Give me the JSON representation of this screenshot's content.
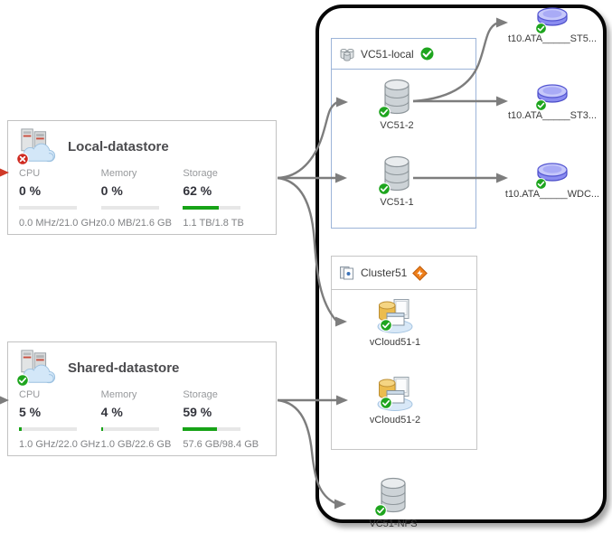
{
  "cards": [
    {
      "title": "Local-datastore",
      "status": "error",
      "metrics": [
        {
          "label": "CPU",
          "value": "0 %",
          "detail": "0.0 MHz/21.0 GHz",
          "percent": 0
        },
        {
          "label": "Memory",
          "value": "0 %",
          "detail": "0.0 MB/21.6 GB",
          "percent": 0
        },
        {
          "label": "Storage",
          "value": "62 %",
          "detail": "1.1 TB/1.8 TB",
          "percent": 62
        }
      ]
    },
    {
      "title": "Shared-datastore",
      "status": "ok",
      "metrics": [
        {
          "label": "CPU",
          "value": "5 %",
          "detail": "1.0 GHz/22.0 GHz",
          "percent": 5
        },
        {
          "label": "Memory",
          "value": "4 %",
          "detail": "1.0 GB/22.6 GB",
          "percent": 4
        },
        {
          "label": "Storage",
          "value": "59 %",
          "detail": "57.6 GB/98.4 GB",
          "percent": 59
        }
      ]
    }
  ],
  "groups": [
    {
      "label": "VC51-local",
      "badge": "check-circle"
    },
    {
      "label": "Cluster51",
      "badge": "ha-orange-diamond"
    }
  ],
  "nodes": [
    {
      "label": "VC51-2",
      "type": "datastore",
      "status": "ok"
    },
    {
      "label": "VC51-1",
      "type": "datastore",
      "status": "ok"
    },
    {
      "label": "vCloud51-1",
      "type": "vm",
      "status": "ok"
    },
    {
      "label": "vCloud51-2",
      "type": "vm",
      "status": "ok"
    },
    {
      "label": "VC51-NFS",
      "type": "datastore",
      "status": "ok"
    }
  ],
  "disks": [
    {
      "label": "t10.ATA_____ST5...",
      "status": "ok"
    },
    {
      "label": "t10.ATA_____ST3...",
      "status": "ok"
    },
    {
      "label": "t10.ATA_____WDC...",
      "status": "ok"
    }
  ],
  "connections": [
    {
      "from": "Local-datastore",
      "to": "VC51-2"
    },
    {
      "from": "Local-datastore",
      "to": "VC51-1"
    },
    {
      "from": "Local-datastore",
      "to": "vCloud51-1"
    },
    {
      "from": "Shared-datastore",
      "to": "vCloud51-2"
    },
    {
      "from": "Shared-datastore",
      "to": "VC51-NFS"
    },
    {
      "from": "VC51-2",
      "to": "t10.ATA_____ST5..."
    },
    {
      "from": "VC51-2",
      "to": "t10.ATA_____ST3..."
    },
    {
      "from": "VC51-1",
      "to": "t10.ATA_____WDC..."
    }
  ],
  "icons": {
    "card_icon": "servers-with-cloud",
    "group1_icon": "datastore-stack",
    "group2_icon": "cluster-windows",
    "host_icon": "gray-cylinder-stack",
    "vm_icon": "vapp-database-monitor",
    "disk_icon": "blue-flat-disk",
    "ok_badge": "green-check-circle",
    "error_badge": "red-x-circle",
    "warning_badge": "orange-diamond"
  },
  "colors": {
    "progress_green": "#17a317",
    "arrow_gray": "#7d7d7d",
    "incoming_arrow_red": "#cf3a28",
    "container_border": "#060606",
    "group_border_blue": "#9cb4d8",
    "group_border_gray": "#c6c6c6",
    "disk_blue": "#8a8cf0"
  }
}
